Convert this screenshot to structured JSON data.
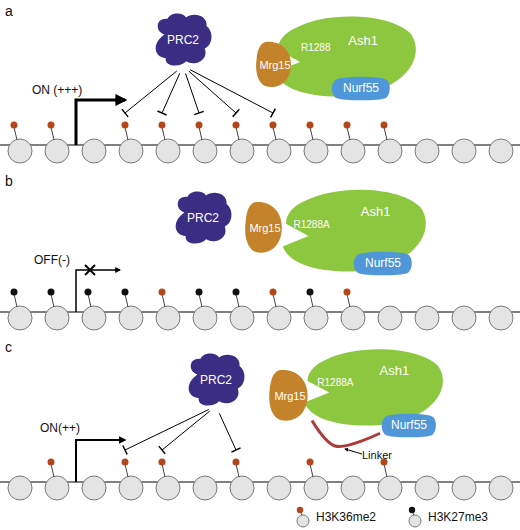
{
  "diagram": {
    "nodes": [
      {
        "text": [
          "PRC2"
        ]
      },
      {
        "text": [
          "Mrg15"
        ]
      },
      {
        "text": [
          "Ash1",
          "R1288"
        ]
      },
      {
        "text": [
          "Nurf55"
        ]
      },
      {
        "text": [
          "PRC2"
        ]
      },
      {
        "text": [
          "Mrg15"
        ]
      },
      {
        "text": [
          "Ash1",
          "R1288A"
        ]
      },
      {
        "text": [
          "Nurf55"
        ]
      },
      {
        "text": [
          "PRC2"
        ]
      },
      {
        "text": [
          "Mrg15"
        ]
      },
      {
        "text": [
          "Ash1",
          "R1288A"
        ]
      },
      {
        "text": [
          "Nurf55"
        ]
      }
    ],
    "edges": [
      {
        "from": 9,
        "to": 11,
        "arrow": "none"
      }
    ],
    "labels": [
      "a",
      "ON (+++)",
      "b",
      "OFF(-)",
      "c",
      "ON(++)",
      "Linker"
    ],
    "legend": [
      {
        "text": "H3K36me2",
        "color": "#b5451b"
      },
      {
        "text": "H3K27me3",
        "color": "#111111"
      }
    ]
  }
}
